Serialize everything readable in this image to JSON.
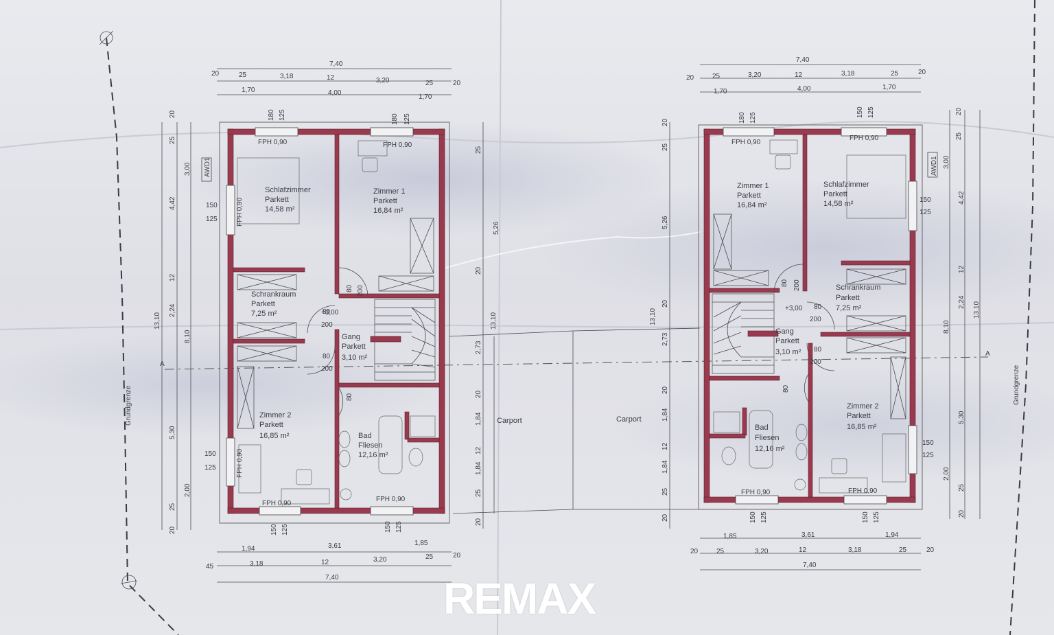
{
  "left_plan": {
    "rooms": [
      {
        "name": "Schlafzimmer",
        "floor": "Parkett",
        "area": "14,58 m²"
      },
      {
        "name": "Zimmer 1",
        "floor": "Parkett",
        "area": "16,84 m²"
      },
      {
        "name": "Schrankraum",
        "floor": "Parkett",
        "area": "7,25 m²"
      },
      {
        "name": "Gang",
        "floor": "Parkett",
        "area": "3,10 m²"
      },
      {
        "name": "Zimmer 2",
        "floor": "Parkett",
        "area": "16,85 m²"
      },
      {
        "name": "Bad",
        "floor": "Fliesen",
        "area": "12,16 m²"
      }
    ],
    "top_dims": [
      "7,40",
      "20",
      "25",
      "3,18",
      "12",
      "3,20",
      "25",
      "20",
      "1,70",
      "4,00",
      "1,70"
    ],
    "bottom_dims": [
      "1,94",
      "3,61",
      "1,85",
      "45",
      "3,18",
      "12",
      "3,20",
      "25",
      "20",
      "7,40"
    ],
    "side_dims": [
      "20",
      "25",
      "3,00",
      "4,42",
      "12",
      "2,24",
      "13,10",
      "8,10",
      "5,30",
      "2,00",
      "25",
      "20"
    ],
    "window_labels": [
      "FPH 0,90",
      "FPH 0,90",
      "FPH 0,90",
      "FPH 0,90",
      "FPH 0,90",
      "FPH 0,90"
    ],
    "window_dims": [
      "180",
      "125",
      "180",
      "125",
      "150",
      "125",
      "150",
      "125",
      "150",
      "125",
      "150",
      "125"
    ],
    "door_dims": [
      "80",
      "200",
      "80",
      "200",
      "80",
      "200",
      "80"
    ],
    "level": "+3,00",
    "awd": "AWD1",
    "grundgrenze": "Grundgrenze",
    "mark": "A"
  },
  "right_plan": {
    "rooms": [
      {
        "name": "Zimmer 1",
        "floor": "Parkett",
        "area": "16,84 m²"
      },
      {
        "name": "Schlafzimmer",
        "floor": "Parkett",
        "area": "14,58 m²"
      },
      {
        "name": "Schrankraum",
        "floor": "Parkett",
        "area": "7,25 m²"
      },
      {
        "name": "Gang",
        "floor": "Parkett",
        "area": "3,10 m²"
      },
      {
        "name": "Bad",
        "floor": "Fliesen",
        "area": "12,16 m²"
      },
      {
        "name": "Zimmer 2",
        "floor": "Parkett",
        "area": "16,85 m²"
      }
    ],
    "top_dims": [
      "7,40",
      "20",
      "25",
      "3,20",
      "12",
      "3,18",
      "25",
      "20",
      "1,70",
      "4,00",
      "1,70"
    ],
    "bottom_dims": [
      "1,85",
      "3,61",
      "1,94",
      "20",
      "25",
      "3,20",
      "12",
      "3,18",
      "25",
      "20",
      "7,40"
    ],
    "side_dims": [
      "20",
      "25",
      "3,00",
      "4,42",
      "12",
      "2,24",
      "13,10",
      "8,10",
      "5,30",
      "2,00",
      "25",
      "20"
    ],
    "window_labels": [
      "FPH 0,90",
      "FPH 0,90",
      "FPH 0,90",
      "FPH 0,90"
    ],
    "window_dims": [
      "180",
      "125",
      "150",
      "125",
      "150",
      "125",
      "150",
      "125",
      "150",
      "125",
      "150",
      "125"
    ],
    "door_dims": [
      "80",
      "200",
      "80",
      "200",
      "80",
      "200",
      "80"
    ],
    "level": "+3,00",
    "awd": "AWD1",
    "grundgrenze": "Grundgrenze",
    "mark": "A"
  },
  "center": {
    "carport_left": "Carport",
    "carport_right": "Carport",
    "dims_left": [
      "25",
      "5,26",
      "20",
      "2,73",
      "20",
      "1,84",
      "12",
      "1,84",
      "25",
      "20",
      "13,10"
    ],
    "dims_right": [
      "20",
      "25",
      "5,26",
      "20",
      "2,73",
      "20",
      "1,84",
      "12",
      "1,84",
      "25",
      "20",
      "13,10"
    ]
  },
  "logo": "REMAX"
}
